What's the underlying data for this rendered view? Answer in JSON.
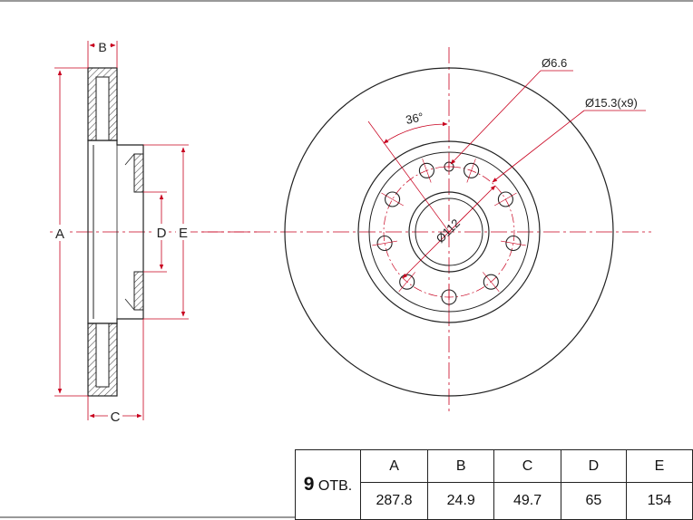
{
  "side_view": {
    "labels": {
      "A": "A",
      "B": "B",
      "C": "C",
      "D": "D",
      "E": "E"
    }
  },
  "front_view": {
    "angle_label": "36°",
    "hole_label": "Ø6.6",
    "bolt_label": "Ø15.3(x9)",
    "pcd_label": "Ø112",
    "bolt_count": 9
  },
  "spec_table": {
    "holes_number": "9",
    "holes_suffix": " ОТВ.",
    "headers": [
      "A",
      "B",
      "C",
      "D",
      "E"
    ],
    "values": [
      "287.8",
      "24.9",
      "49.7",
      "65",
      "154"
    ]
  },
  "colors": {
    "outline": "#2a2a2a",
    "dimension": "#c8001e",
    "text": "#222222"
  }
}
